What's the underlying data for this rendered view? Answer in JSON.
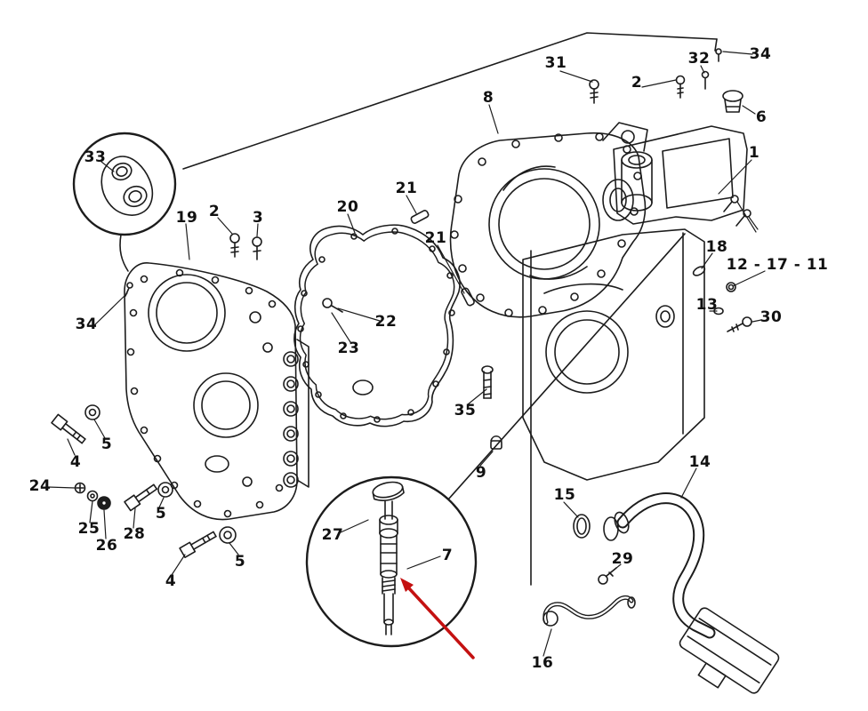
{
  "diagram": {
    "background": "#ffffff",
    "line_color": "#1c1c1c",
    "highlight_arrow": {
      "color": "#c41111",
      "points_to_part": "7"
    },
    "labels": [
      {
        "id": "31",
        "text": "31"
      },
      {
        "id": "2-top",
        "text": "2"
      },
      {
        "id": "32-top",
        "text": "32"
      },
      {
        "id": "34-top",
        "text": "34"
      },
      {
        "id": "8",
        "text": "8"
      },
      {
        "id": "6",
        "text": "6"
      },
      {
        "id": "1",
        "text": "1"
      },
      {
        "id": "33",
        "text": "33"
      },
      {
        "id": "19",
        "text": "19"
      },
      {
        "id": "2-left",
        "text": "2"
      },
      {
        "id": "3",
        "text": "3"
      },
      {
        "id": "20",
        "text": "20"
      },
      {
        "id": "21-upper",
        "text": "21"
      },
      {
        "id": "21-lower",
        "text": "21"
      },
      {
        "id": "18",
        "text": "18"
      },
      {
        "id": "12-17-11",
        "text": "12 - 17 - 11"
      },
      {
        "id": "13",
        "text": "13"
      },
      {
        "id": "30",
        "text": "30"
      },
      {
        "id": "34-left",
        "text": "34"
      },
      {
        "id": "22",
        "text": "22"
      },
      {
        "id": "23",
        "text": "23"
      },
      {
        "id": "35",
        "text": "35"
      },
      {
        "id": "5-a",
        "text": "5"
      },
      {
        "id": "4-a",
        "text": "4"
      },
      {
        "id": "9",
        "text": "9"
      },
      {
        "id": "24",
        "text": "24"
      },
      {
        "id": "25",
        "text": "25"
      },
      {
        "id": "26",
        "text": "26"
      },
      {
        "id": "28",
        "text": "28"
      },
      {
        "id": "5-b",
        "text": "5"
      },
      {
        "id": "27",
        "text": "27"
      },
      {
        "id": "7",
        "text": "7"
      },
      {
        "id": "5-c",
        "text": "5"
      },
      {
        "id": "4-b",
        "text": "4"
      },
      {
        "id": "14",
        "text": "14"
      },
      {
        "id": "15",
        "text": "15"
      },
      {
        "id": "29",
        "text": "29"
      },
      {
        "id": "16",
        "text": "16"
      }
    ]
  }
}
